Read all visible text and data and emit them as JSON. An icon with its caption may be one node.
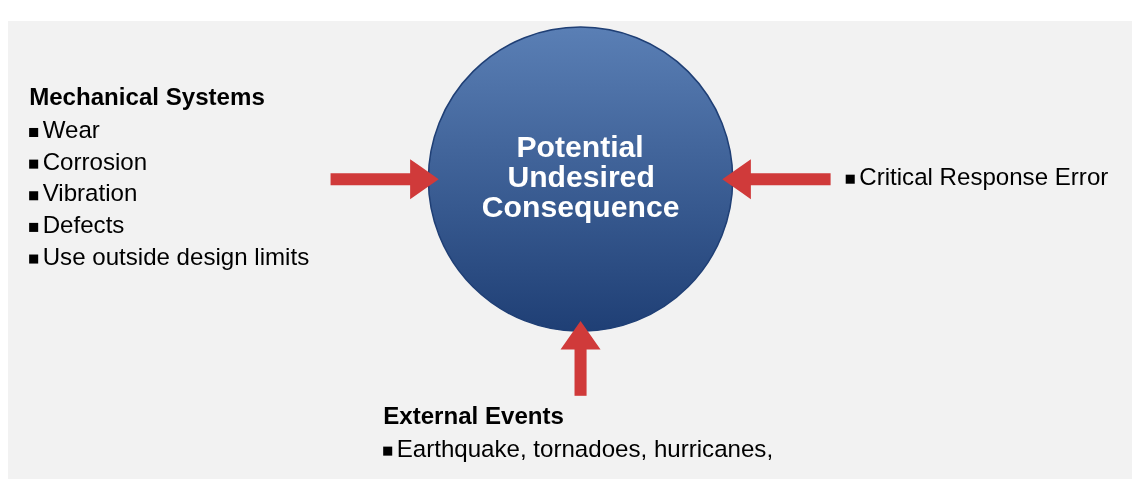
{
  "diagram": {
    "nodes": [
      {
        "text": [
          "Potential Undesired Consequence"
        ]
      },
      {
        "text": [
          "Mechanical Systems",
          "Wear",
          "Corrosion",
          "Vibration",
          "Defects",
          "Use outside design limits"
        ]
      },
      {
        "text": [
          "Critical Response Error"
        ]
      },
      {
        "text": [
          "External Events",
          "Earthquake, tornadoes, hurricanes,"
        ]
      }
    ],
    "edges": [
      {
        "from": 1,
        "to": 0,
        "arrow": "to"
      },
      {
        "from": 2,
        "to": 0,
        "arrow": "to"
      },
      {
        "from": 3,
        "to": 0,
        "arrow": "to"
      }
    ]
  }
}
